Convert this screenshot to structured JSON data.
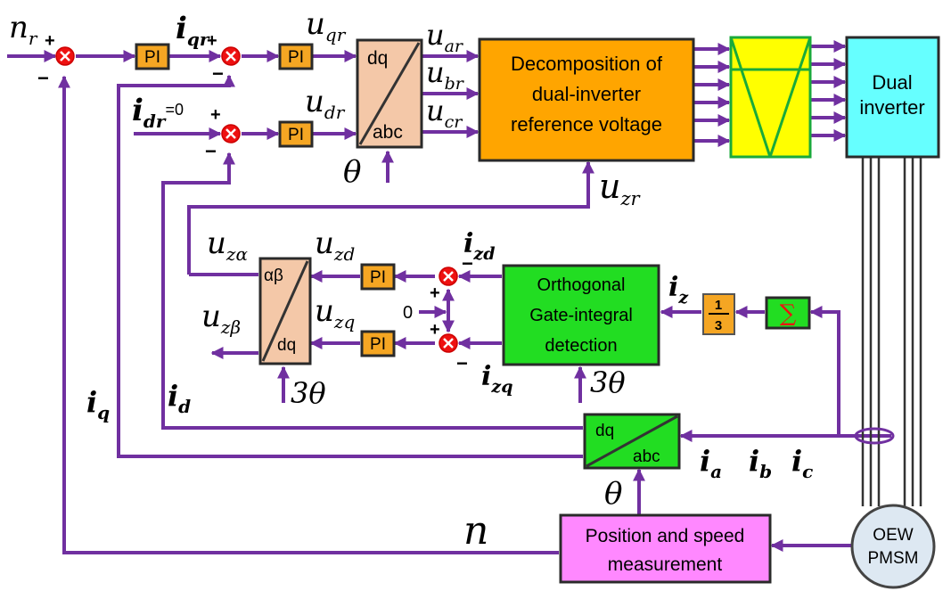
{
  "signals": {
    "nr": "n",
    "nr_sub": "r",
    "iqr": "i",
    "iqr_sub": "qr",
    "uqr": "u",
    "uqr_sub": "qr",
    "idr": "i",
    "idr_sub": "dr",
    "idr_val": "=0",
    "udr": "u",
    "udr_sub": "dr",
    "uar": "u",
    "uar_sub": "ar",
    "ubr": "u",
    "ubr_sub": "br",
    "ucr": "u",
    "ucr_sub": "cr",
    "theta": "θ",
    "uzr": "u",
    "uzr_sub": "zr",
    "uzalpha": "u",
    "uzalpha_sub": "zα",
    "uzbeta": "u",
    "uzbeta_sub": "zβ",
    "uzd": "u",
    "uzd_sub": "zd",
    "uzq": "u",
    "uzq_sub": "zq",
    "izd": "i",
    "izd_sub": "zd",
    "izq": "i",
    "izq_sub": "zq",
    "iz": "i",
    "iz_sub": "z",
    "zero": "0",
    "three_theta": "3θ",
    "iq": "i",
    "iq_sub": "q",
    "id": "i",
    "id_sub": "d",
    "ia": "i",
    "ia_sub": "a",
    "ib": "i",
    "ib_sub": "b",
    "ic": "i",
    "ic_sub": "c",
    "n": "n"
  },
  "blocks": {
    "pi": "PI",
    "dq": "dq",
    "abc": "abc",
    "alphabeta": "αβ",
    "decomp": [
      "Decomposition of",
      "dual-inverter",
      "reference voltage"
    ],
    "dual_inverter": [
      "Dual",
      "inverter"
    ],
    "orthogonal": [
      "Orthogonal",
      "Gate-integral",
      "detection"
    ],
    "one": "1",
    "three": "3",
    "sigma": "∑",
    "position": [
      "Position and speed",
      "measurement"
    ],
    "motor": [
      "OEW",
      "PMSM"
    ]
  },
  "signs": {
    "plus": "+",
    "minus": "−"
  },
  "colors": {
    "wire": "#7030a0",
    "pi_block": "#f5a623",
    "transform_dqabc": "#f4c8a8",
    "decomposition": "#ffa500",
    "pwm_block": "#ffff00",
    "pwm_border": "#1aaa3a",
    "dual_inverter": "#66ffff",
    "orthogonal": "#22dd22",
    "sum_block": "#22dd22",
    "position": "#ff88ff",
    "motor": "#dde8f2",
    "summer": "#ee1111"
  }
}
